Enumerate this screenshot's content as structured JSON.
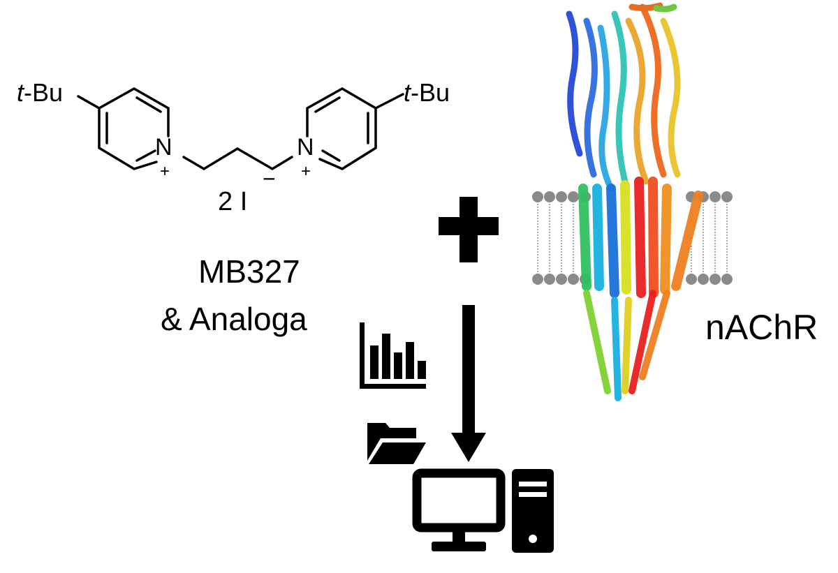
{
  "molecule": {
    "substituent_left": "t-Bu",
    "substituent_right": "t-Bu",
    "atom_left": "N",
    "atom_right": "N",
    "charge_left": "+",
    "charge_right": "+",
    "counterion": "2 I",
    "counterion_charge": "−",
    "name": "MB327",
    "name_suffix": "& Analoga"
  },
  "protein": {
    "label": "nAChR"
  },
  "icons": [
    "plus-icon",
    "arrow-down-icon",
    "bar-chart-icon",
    "folder-icon",
    "computer-icon"
  ],
  "colors": {
    "ink": "#000000",
    "lipid_head": "#8a8a8a"
  }
}
